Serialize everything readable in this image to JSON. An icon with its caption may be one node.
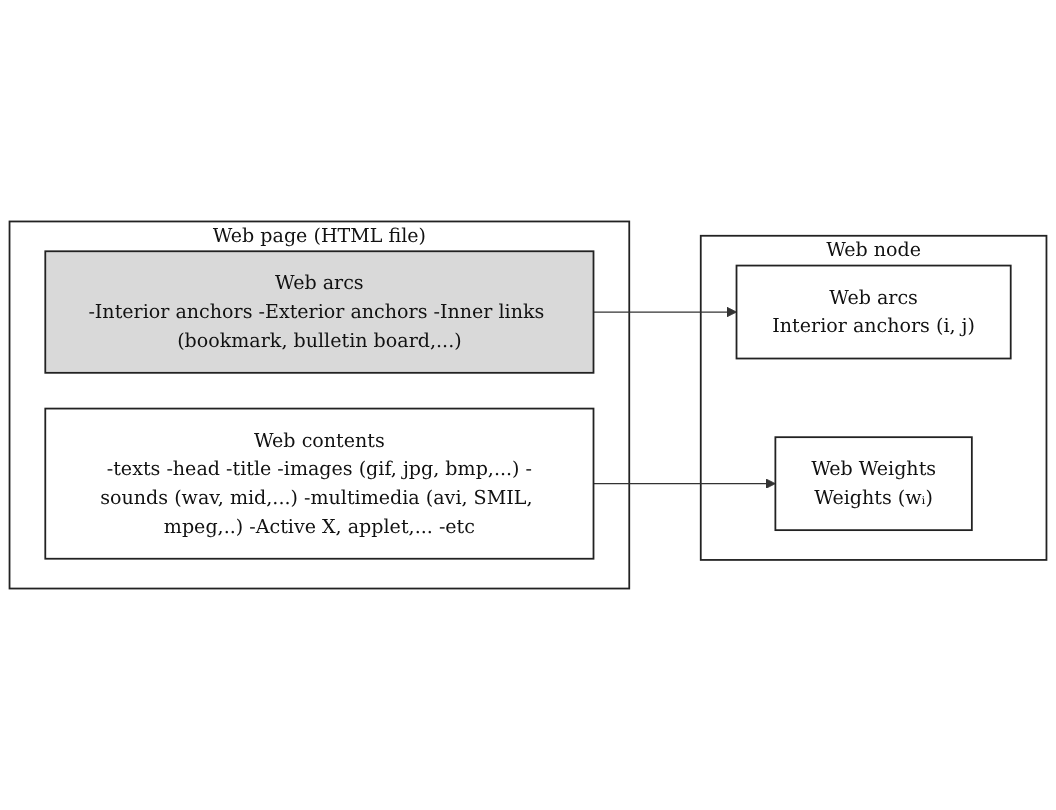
{
  "diagram": {
    "nodes": [
      {
        "text": [
          "Web page (HTML file)"
        ]
      },
      {
        "text": [
          "Web arcs",
          "-Interior anchors -Exterior anchors -Inner links (bookmark, bulletin board,...)"
        ],
        "in": 0
      },
      {
        "text": [
          "Web contents",
          "-texts -head -title -images (gif, jpg, bmp,...) -sounds (wav, mid,...) -multimedia (avi, SMIL, mpeg,..) -Active X, applet,... -etc"
        ],
        "in": 0
      },
      {
        "text": [
          "Web node"
        ]
      },
      {
        "text": [
          "Web arcs",
          "Interior anchors (i, j)"
        ],
        "in": 3
      },
      {
        "text": [
          "Web Weights",
          "Weights (wᵢ)"
        ],
        "in": 3
      }
    ],
    "edges": [
      {
        "from": 1,
        "to": 4,
        "arrow": "to"
      },
      {
        "from": 2,
        "to": 5,
        "arrow": "to"
      }
    ]
  }
}
